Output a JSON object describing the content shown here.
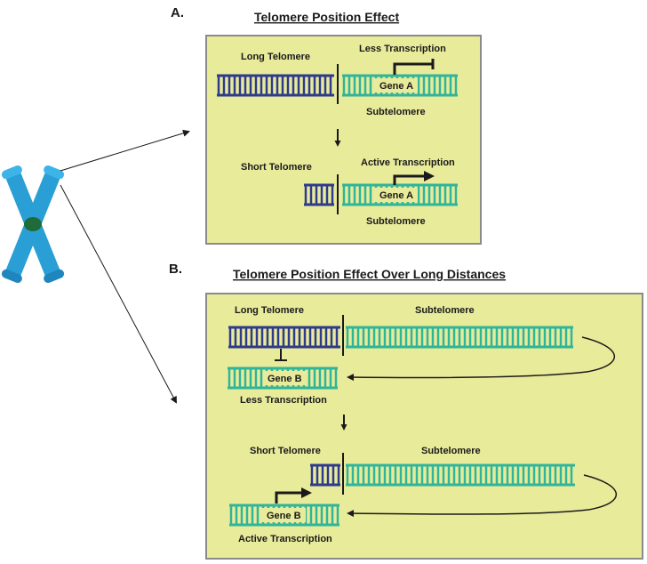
{
  "panel_a": {
    "letter": "A.",
    "title": "Telomere Position Effect",
    "long_telomere": "Long Telomere",
    "less_transcription": "Less Transcription",
    "gene": "Gene A",
    "subtelomere_top": "Subtelomere",
    "short_telomere": "Short Telomere",
    "active_transcription": "Active Transcription",
    "subtelomere_bottom": "Subtelomere"
  },
  "panel_b": {
    "letter": "B.",
    "title": "Telomere Position Effect Over Long Distances",
    "long_telomere": "Long Telomere",
    "subtelomere_top": "Subtelomere",
    "gene_top": "Gene B",
    "less_transcription": "Less Transcription",
    "short_telomere": "Short Telomere",
    "subtelomere_bottom": "Subtelomere",
    "gene_bottom": "Gene B",
    "active_transcription": "Active Transcription"
  },
  "colors": {
    "panel_fill": "#e8eb9a",
    "panel_border": "#8a8a8a",
    "telomere": "#2e3a8c",
    "subtelomere": "#2fb59a",
    "chromosome": "#2a9fd6",
    "centromere": "#1f6b3a"
  }
}
